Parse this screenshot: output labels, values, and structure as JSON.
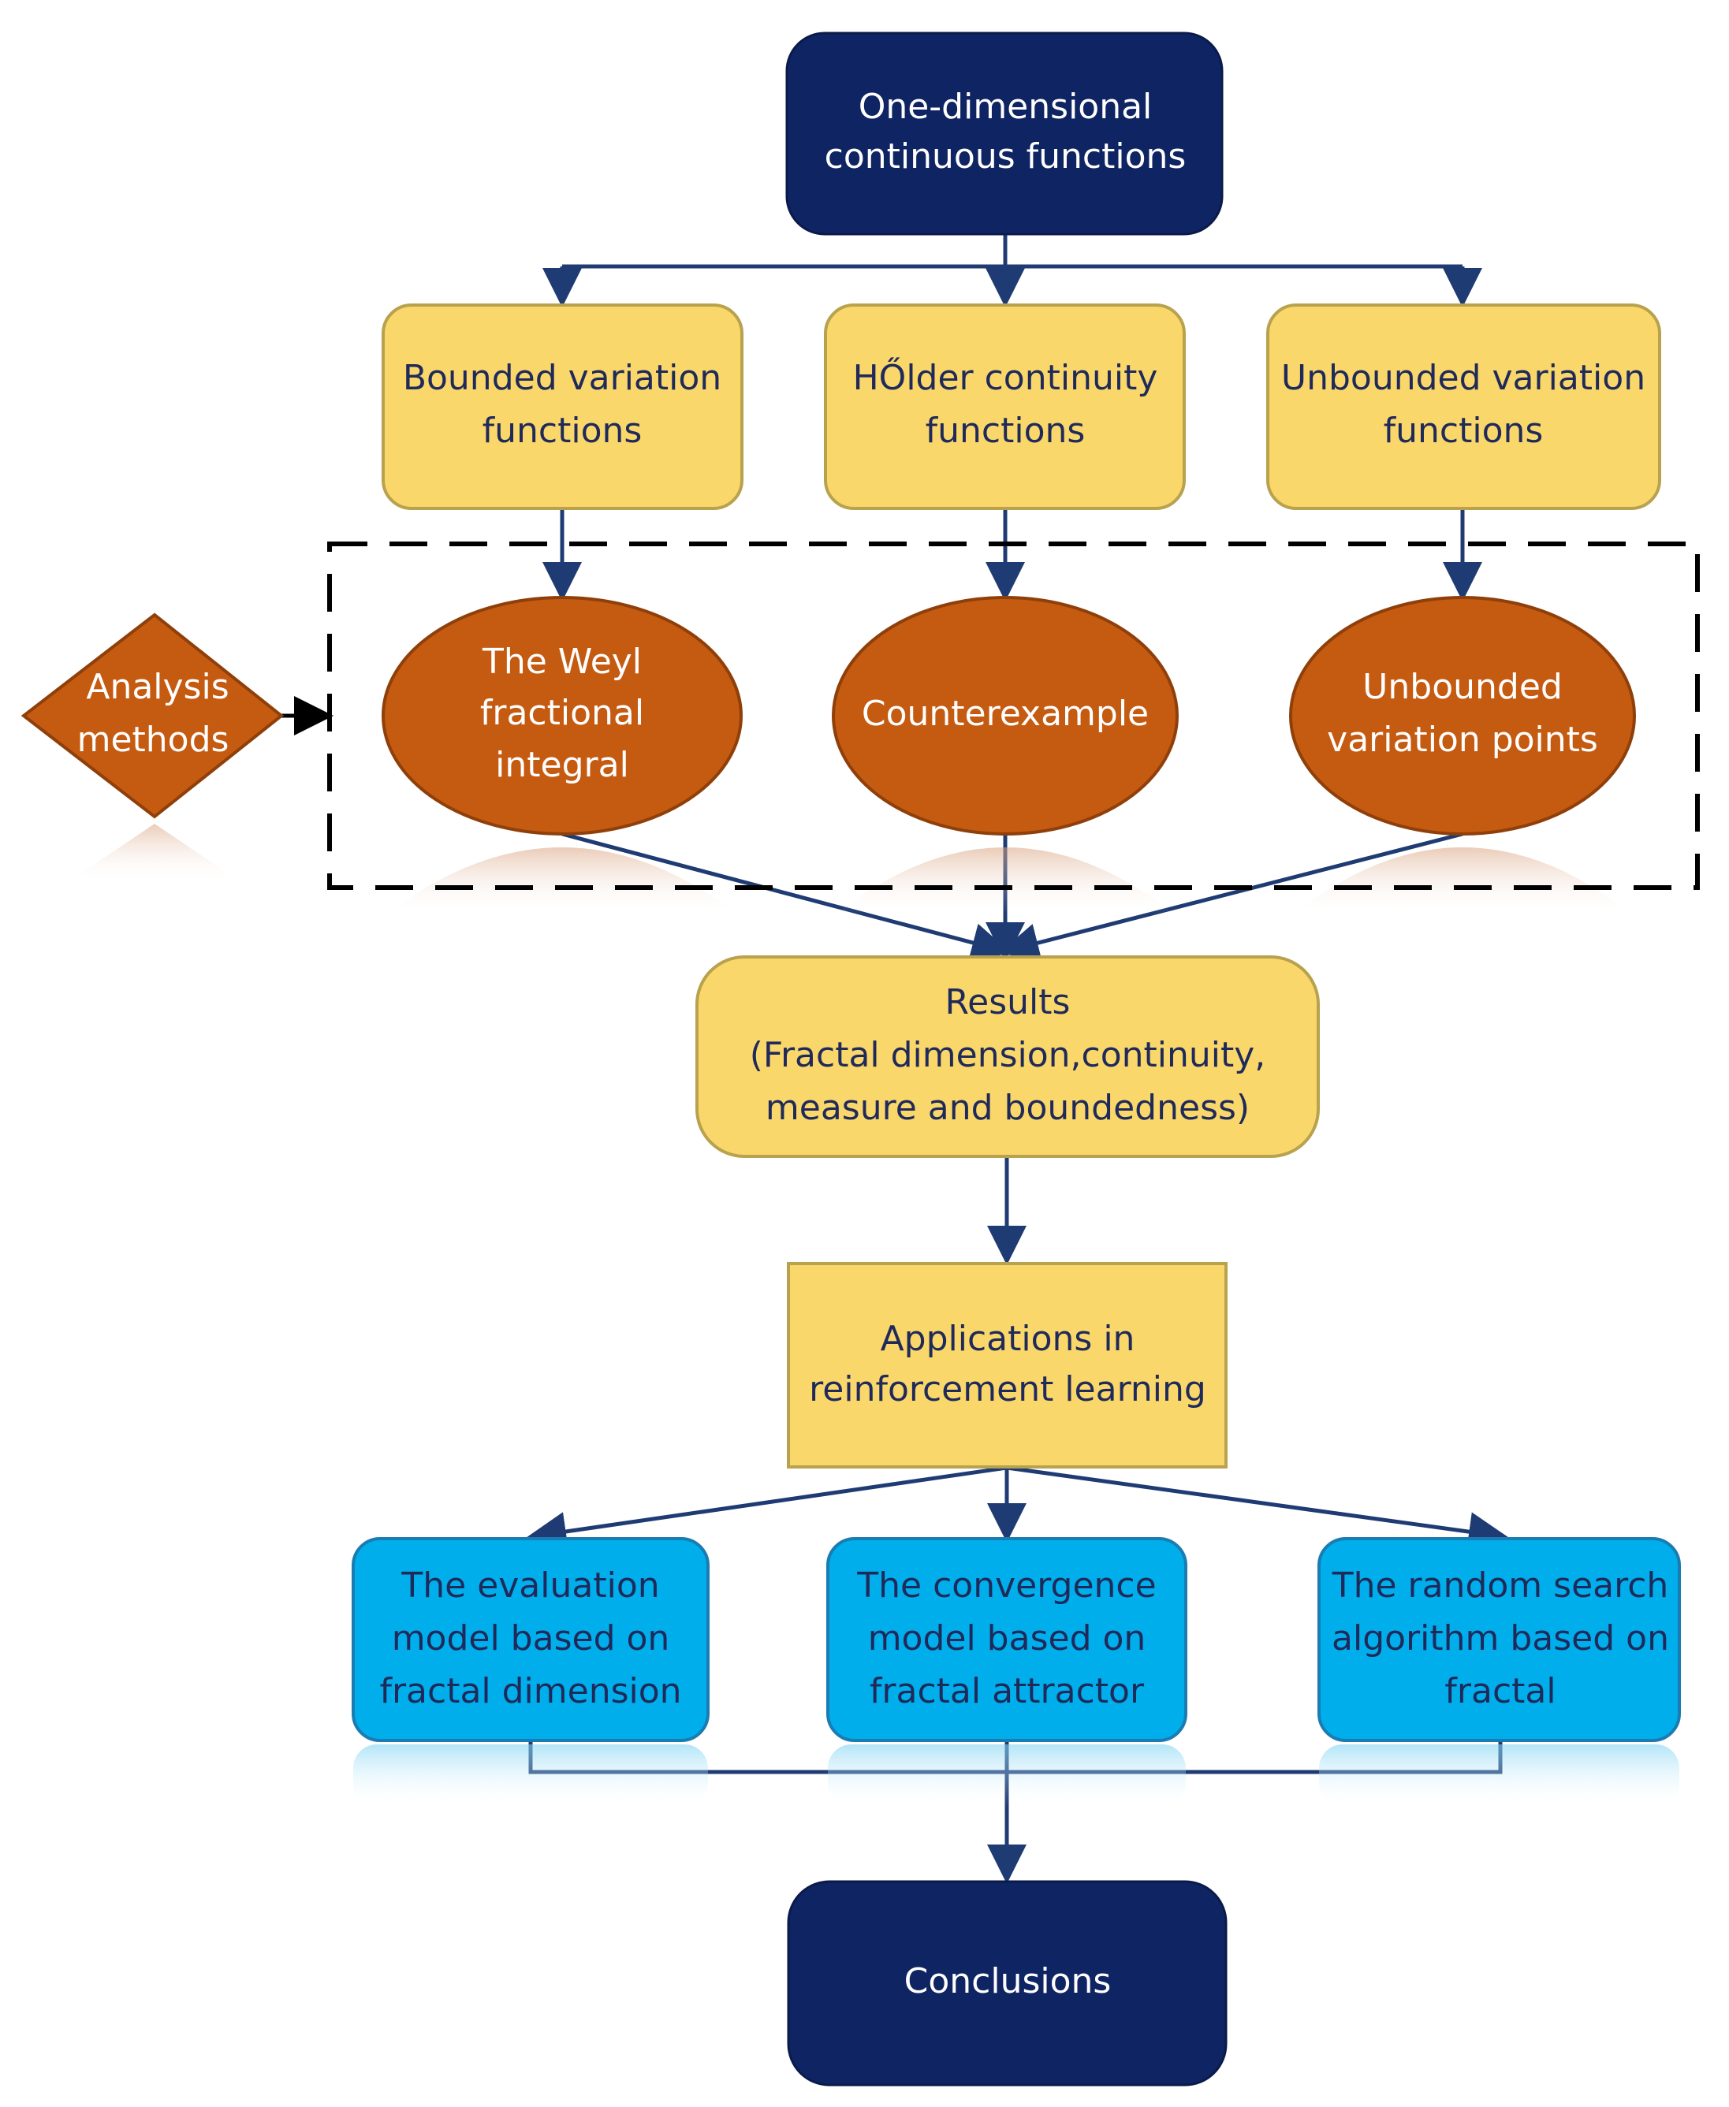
{
  "colors": {
    "dark_navy": "#0f2462",
    "yellow_fill": "#fad76a",
    "yellow_border": "#b8a24e",
    "orange_fill": "#c55a11",
    "orange_border": "#8f3f0a",
    "blue_fill": "#00aeec",
    "blue_border": "#1a7cb3",
    "arrow": "#1f3b73",
    "dashed_border": "#000000"
  },
  "nodes": {
    "start": {
      "lines": [
        "One-dimensional",
        "continuous functions"
      ]
    },
    "bounded_variation": {
      "lines": [
        "Bounded variation",
        "functions"
      ]
    },
    "holder_continuity": {
      "lines": [
        "HŐlder continuity",
        "functions"
      ]
    },
    "unbounded_variation": {
      "lines": [
        "Unbounded variation",
        "functions"
      ]
    },
    "analysis_methods": {
      "lines": [
        "Analysis",
        "methods"
      ]
    },
    "weyl_integral": {
      "lines": [
        "The Weyl",
        "fractional",
        "integral"
      ]
    },
    "counterexample": {
      "lines": [
        "Counterexample"
      ]
    },
    "unbounded_points": {
      "lines": [
        "Unbounded",
        "variation points"
      ]
    },
    "results": {
      "lines": [
        "Results",
        "(Fractal dimension,continuity,",
        "measure and boundedness)"
      ]
    },
    "applications": {
      "lines": [
        "Applications in",
        "reinforcement learning"
      ]
    },
    "evaluation_model": {
      "lines": [
        "The evaluation",
        "model based on",
        "fractal dimension"
      ]
    },
    "convergence_model": {
      "lines": [
        "The convergence",
        "model based on",
        "fractal attractor"
      ]
    },
    "random_search": {
      "lines": [
        "The random search",
        "algorithm based on",
        "fractal"
      ]
    },
    "conclusions": {
      "lines": [
        "Conclusions"
      ]
    }
  }
}
